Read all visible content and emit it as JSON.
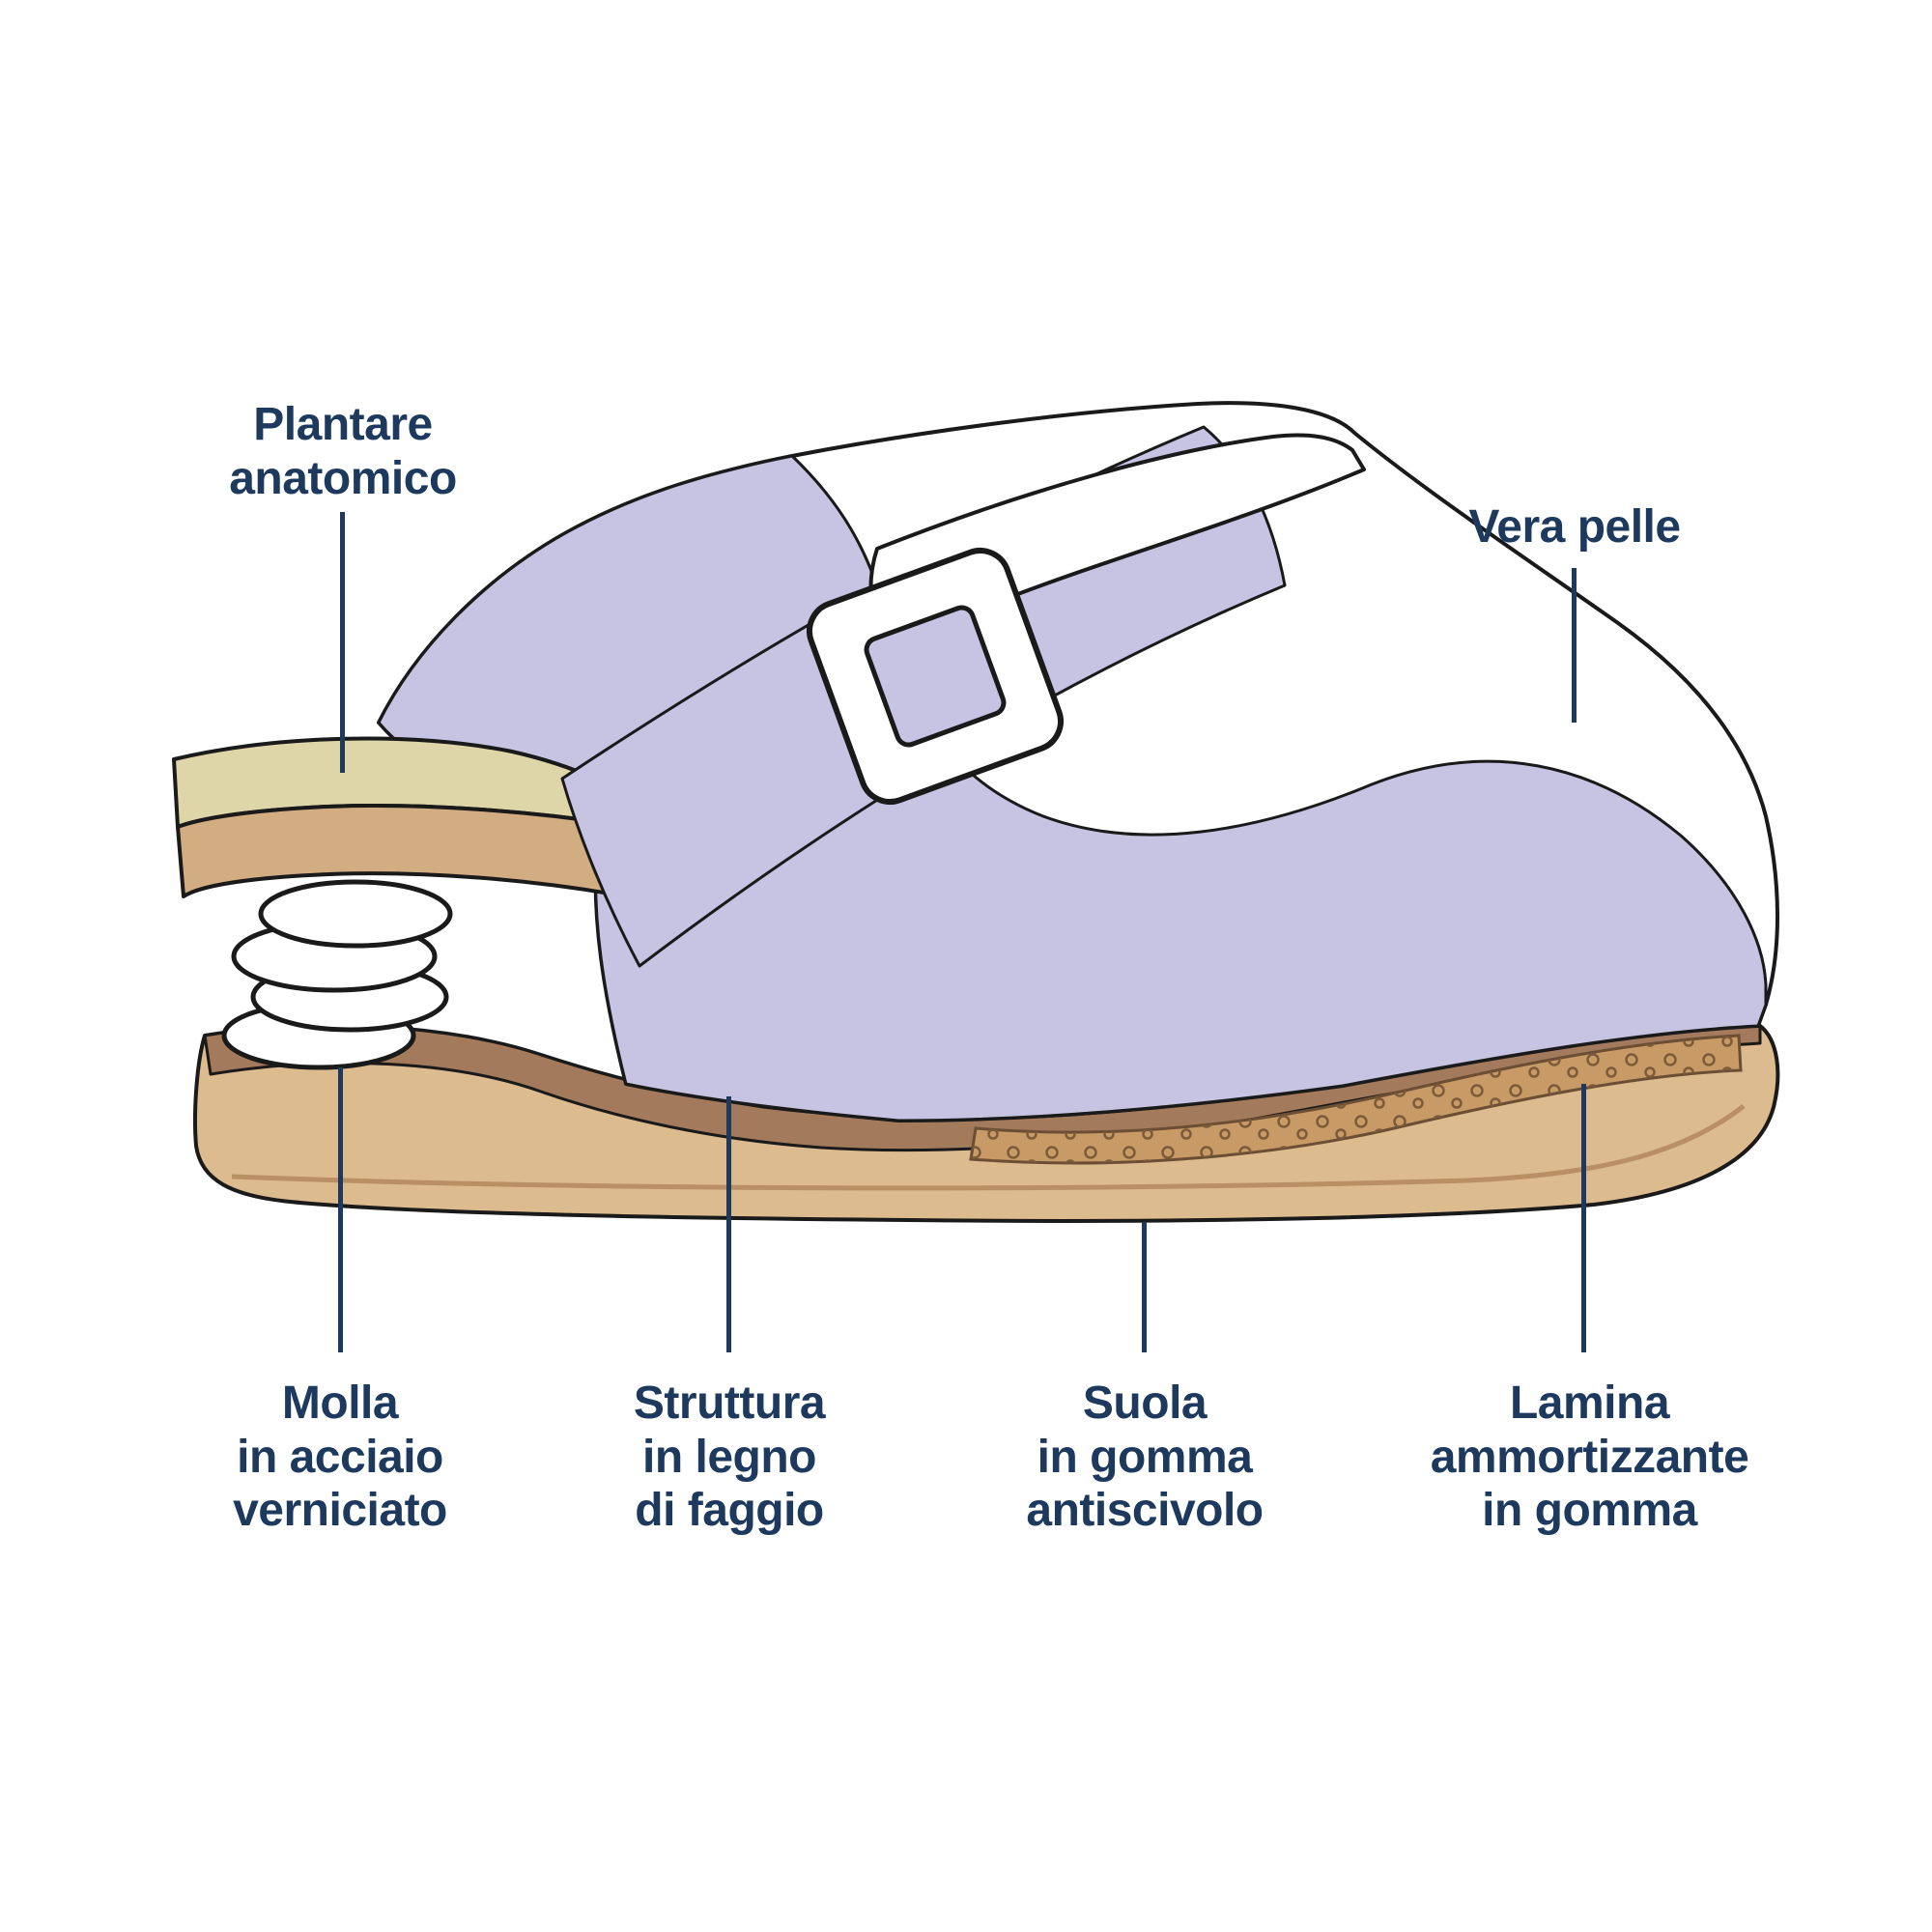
{
  "colors": {
    "background": "#ffffff",
    "label_text": "#1d3a5e",
    "leader_line": "#1d3a5e",
    "outline": "#1a1a1a",
    "upper_leather_white": "#ffffff",
    "upper_lavender": "#c7c4e3",
    "footbed_khaki": "#ded5a8",
    "footbed_tan": "#d3ad82",
    "sole_tan": "#dcbb8f",
    "sole_wood_brown": "#a37b5c",
    "sole_insert_tan": "#c79a66"
  },
  "labels": {
    "plantare": {
      "text": "Plantare\nanatomico"
    },
    "vera_pelle": {
      "text": "Vera pelle"
    },
    "molla": {
      "text": "Molla\nin acciaio\nverniciato"
    },
    "struttura": {
      "text": "Struttura\nin legno\ndi faggio"
    },
    "suola": {
      "text": "Suola\nin gomma\nantiscivolo"
    },
    "lamina": {
      "text": "Lamina\nammortizzante\nin gomma"
    }
  }
}
